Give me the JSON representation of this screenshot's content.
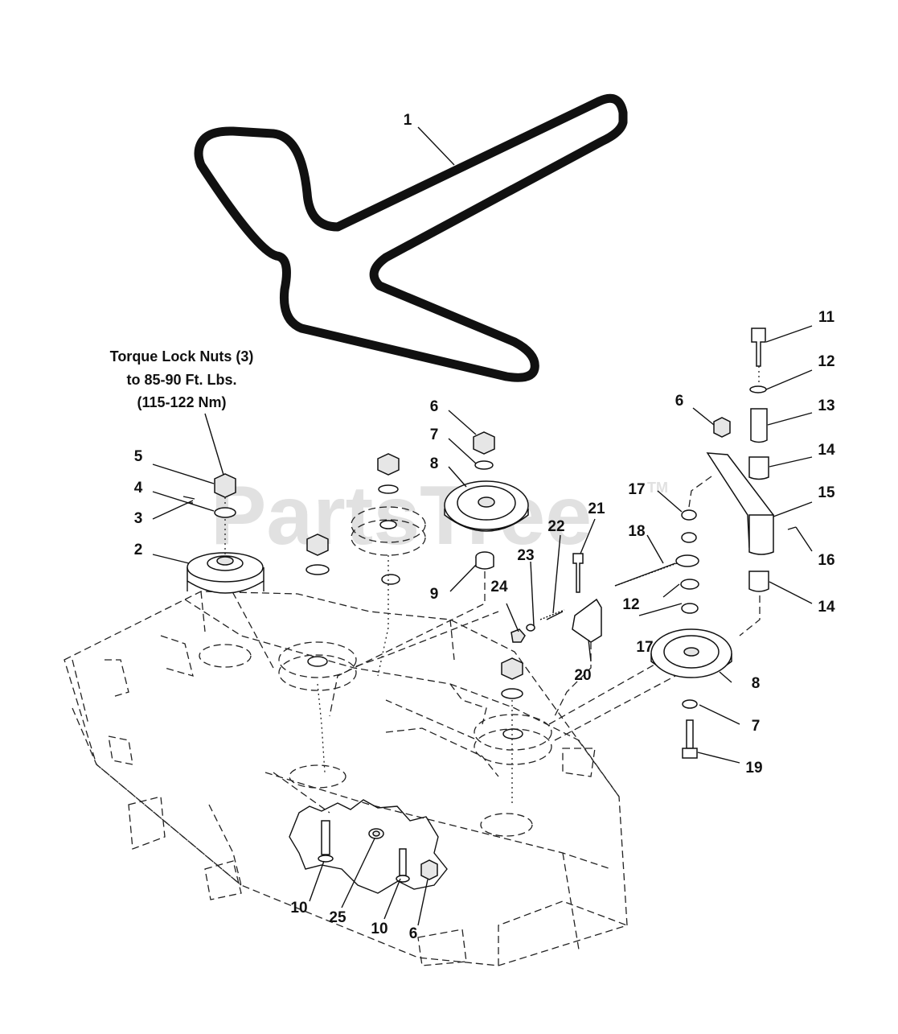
{
  "watermark": {
    "brand": "PartsTree",
    "tm": "TM"
  },
  "note": {
    "line1": "Torque Lock Nuts (3)",
    "line2": "to 85-90 Ft. Lbs.",
    "line3": "(115-122 Nm)"
  },
  "callouts": [
    {
      "id": "c-1",
      "text": "1"
    },
    {
      "id": "c-2",
      "text": "2"
    },
    {
      "id": "c-3",
      "text": "3"
    },
    {
      "id": "c-4",
      "text": "4"
    },
    {
      "id": "c-5",
      "text": "5"
    },
    {
      "id": "c-6a",
      "text": "6"
    },
    {
      "id": "c-6b",
      "text": "6"
    },
    {
      "id": "c-6c",
      "text": "6"
    },
    {
      "id": "c-7a",
      "text": "7"
    },
    {
      "id": "c-7b",
      "text": "7"
    },
    {
      "id": "c-8a",
      "text": "8"
    },
    {
      "id": "c-8b",
      "text": "8"
    },
    {
      "id": "c-9",
      "text": "9"
    },
    {
      "id": "c-10a",
      "text": "10"
    },
    {
      "id": "c-10b",
      "text": "10"
    },
    {
      "id": "c-11",
      "text": "11"
    },
    {
      "id": "c-12a",
      "text": "12"
    },
    {
      "id": "c-12b",
      "text": "12"
    },
    {
      "id": "c-13",
      "text": "13"
    },
    {
      "id": "c-14a",
      "text": "14"
    },
    {
      "id": "c-14b",
      "text": "14"
    },
    {
      "id": "c-15",
      "text": "15"
    },
    {
      "id": "c-16",
      "text": "16"
    },
    {
      "id": "c-17a",
      "text": "17"
    },
    {
      "id": "c-17b",
      "text": "17"
    },
    {
      "id": "c-18",
      "text": "18"
    },
    {
      "id": "c-19",
      "text": "19"
    },
    {
      "id": "c-20",
      "text": "20"
    },
    {
      "id": "c-21",
      "text": "21"
    },
    {
      "id": "c-22",
      "text": "22"
    },
    {
      "id": "c-23",
      "text": "23"
    },
    {
      "id": "c-24",
      "text": "24"
    },
    {
      "id": "c-25",
      "text": "25"
    }
  ]
}
